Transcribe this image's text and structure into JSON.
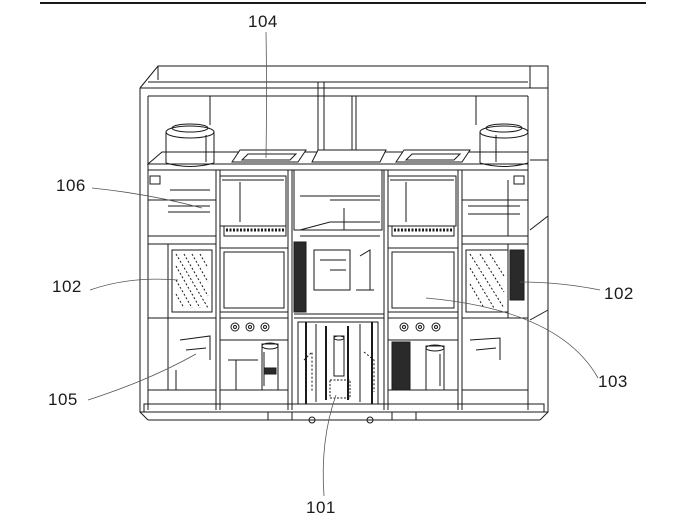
{
  "labels": {
    "l104": "104",
    "l106": "106",
    "l102_left": "102",
    "l102_right": "102",
    "l103": "103",
    "l105": "105",
    "l101": "101"
  },
  "colors": {
    "ink": "#1a1a1a",
    "dark_panel": "#2a2a2a",
    "leader": "#555555"
  }
}
